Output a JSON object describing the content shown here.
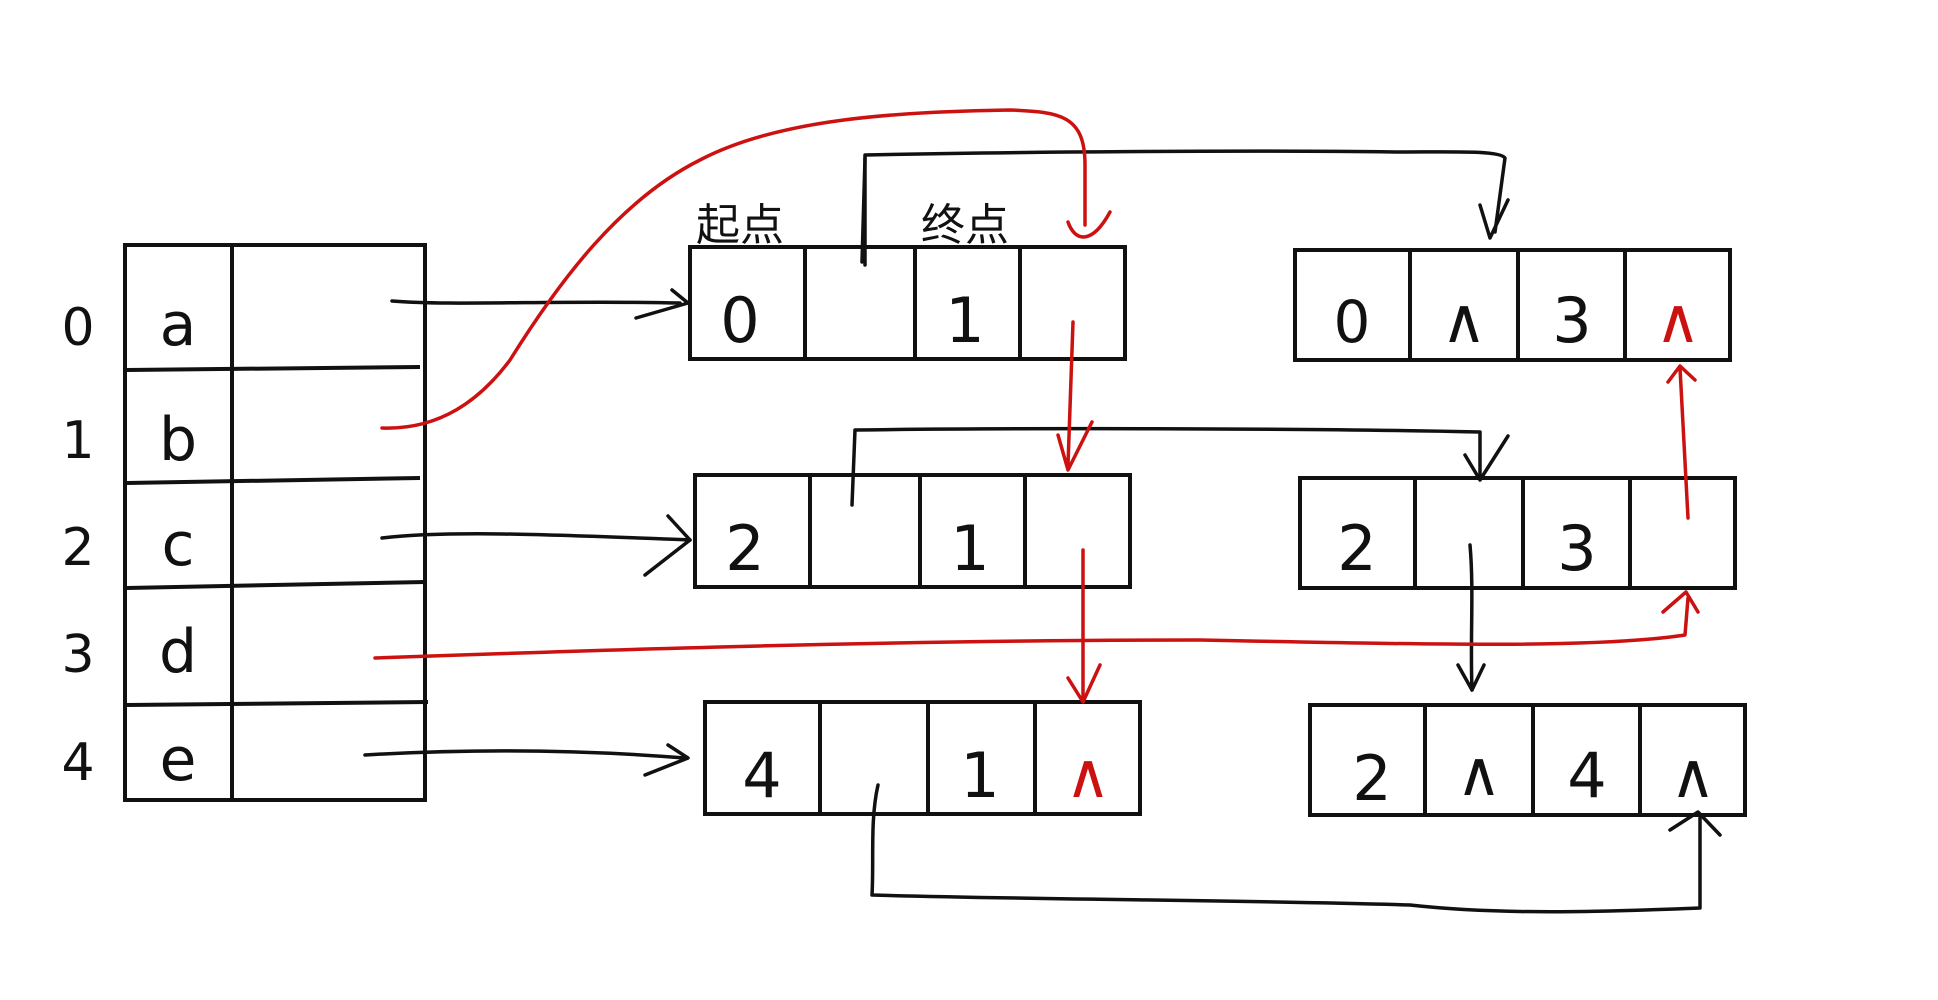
{
  "colors": {
    "ink": "#111111",
    "accent": "#cc1111"
  },
  "vertex_table": {
    "rows": [
      {
        "index": "0",
        "vertex": "a"
      },
      {
        "index": "1",
        "vertex": "b"
      },
      {
        "index": "2",
        "vertex": "c"
      },
      {
        "index": "3",
        "vertex": "d"
      },
      {
        "index": "4",
        "vertex": "e"
      }
    ]
  },
  "header_labels": {
    "start": "起点",
    "end": "终点"
  },
  "edge_nodes": [
    {
      "id": "edge-0-1",
      "cells": [
        "0",
        "",
        "1",
        ""
      ]
    },
    {
      "id": "edge-2-1",
      "cells": [
        "2",
        "",
        "1",
        ""
      ]
    },
    {
      "id": "edge-4-1",
      "cells": [
        "4",
        "",
        "1",
        "∧"
      ]
    },
    {
      "id": "edge-0-3",
      "cells": [
        "0",
        "∧",
        "3",
        "∧"
      ]
    },
    {
      "id": "edge-2-3",
      "cells": [
        "2",
        "",
        "3",
        ""
      ]
    },
    {
      "id": "edge-2-4",
      "cells": [
        "2",
        "∧",
        "4",
        "∧"
      ]
    }
  ]
}
